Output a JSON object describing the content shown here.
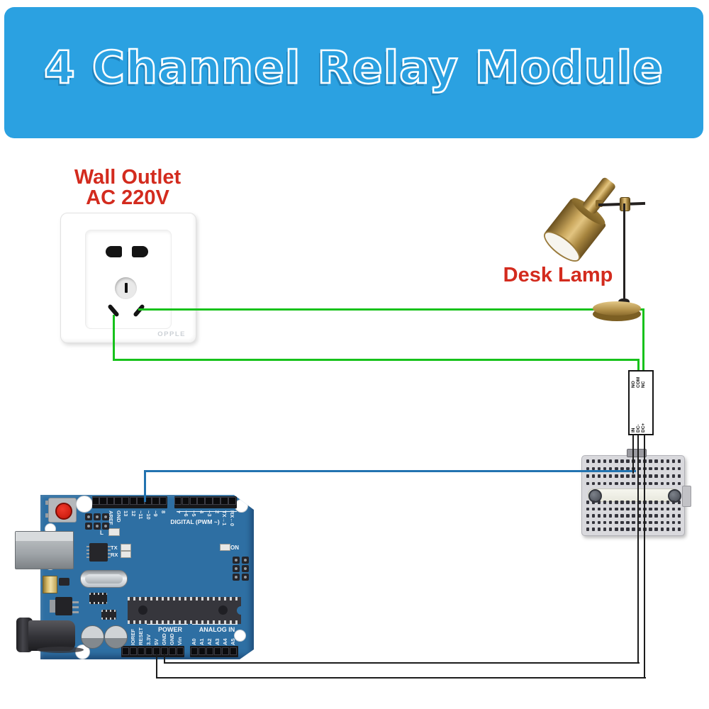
{
  "banner": {
    "title": "4 Channel Relay Module"
  },
  "outlet": {
    "label": "Wall Outlet",
    "sublabel": "AC 220V",
    "brand": "OPPLE"
  },
  "lamp": {
    "label": "Desk Lamp"
  },
  "relay": {
    "top_pins": [
      "NO",
      "COM",
      "NC"
    ],
    "bottom_pins": [
      "IN",
      "DC-",
      "DC+"
    ]
  },
  "arduino": {
    "digital_row1": [
      "AREF",
      "GND",
      "13",
      "12",
      "~11",
      "~10",
      "~9",
      "8"
    ],
    "digital_row2": [
      "7",
      "~6",
      "~5",
      "4",
      "~3",
      "2",
      "TX→1",
      "RX←0"
    ],
    "digital_caption": "DIGITAL (PWM ~)",
    "leds": {
      "l": "L",
      "tx": "TX",
      "rx": "RX",
      "on": "ON"
    },
    "power_caption": "POWER",
    "power_pins": [
      "IOREF",
      "RESET",
      "3.3V",
      "5V",
      "GND",
      "GND",
      "Vin"
    ],
    "analog_caption": "ANALOG IN",
    "analog_pins": [
      "A0",
      "A1",
      "A2",
      "A3",
      "A4",
      "A5"
    ]
  },
  "colors": {
    "banner_bg": "#2ba1e1",
    "label_red": "#d32b1e",
    "wire_ac": "#17c21b",
    "wire_signal": "#2273b0",
    "wire_dc": "#1c1c1c"
  }
}
